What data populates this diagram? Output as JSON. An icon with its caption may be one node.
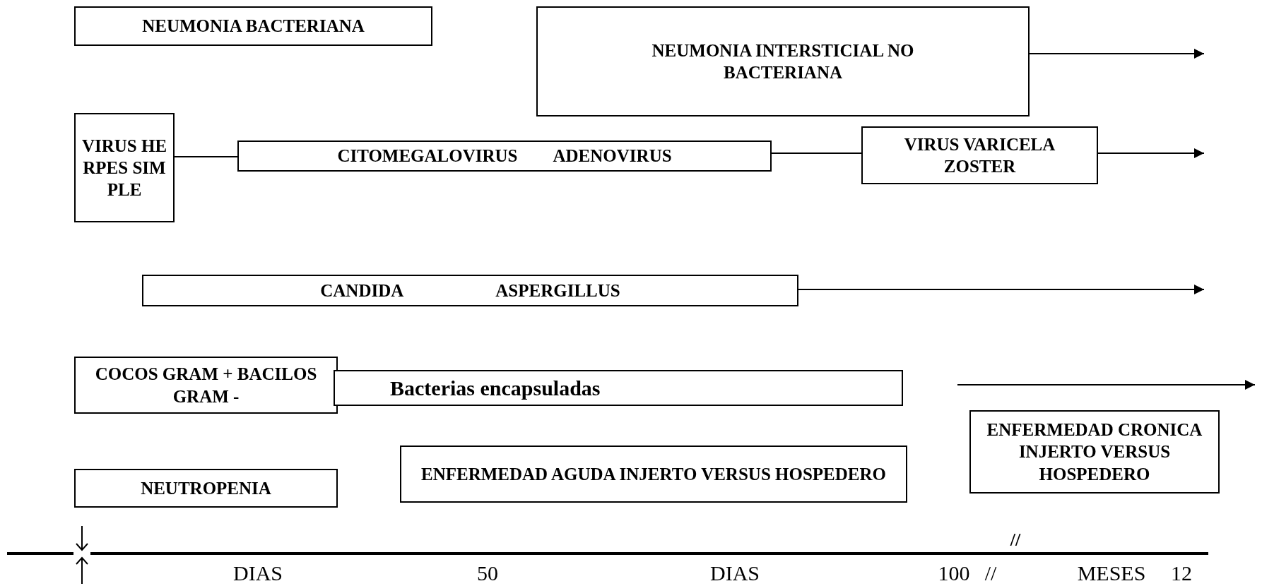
{
  "diagram": {
    "nodes": [
      {
        "text": [
          "NEUMONIA BACTERIANA"
        ]
      },
      {
        "text": [
          "NEUMONIA INTERSTICIAL NO BACTERIANA"
        ]
      },
      {
        "text": [
          "VIRUS HERPES SIMPLE"
        ]
      },
      {
        "text": [
          "CITOMEGALOVIRUS",
          "ADENOVIRUS"
        ]
      },
      {
        "text": [
          "VIRUS VARICELA ZOSTER"
        ]
      },
      {
        "text": [
          "CANDIDA",
          "ASPERGILLUS"
        ]
      },
      {
        "text": [
          "COCOS GRAM + BACILOS GRAM -"
        ]
      },
      {
        "text": [
          "Bacterias encapsuladas"
        ]
      },
      {
        "text": [
          "NEUTROPENIA"
        ]
      },
      {
        "text": [
          "ENFERMEDAD AGUDA INJERTO VERSUS HOSPEDERO"
        ]
      },
      {
        "text": [
          "ENFERMEDAD CRONICA INJERTO VERSUS HOSPEDERO"
        ]
      }
    ],
    "edges": [
      {
        "from": 1,
        "to": null,
        "arrow": "to"
      },
      {
        "from": 2,
        "to": 3,
        "arrow": "none"
      },
      {
        "from": 3,
        "to": 4,
        "arrow": "none"
      },
      {
        "from": 4,
        "to": null,
        "arrow": "to"
      },
      {
        "from": 5,
        "to": null,
        "arrow": "to"
      }
    ],
    "labels": [
      "//",
      "DIAS",
      "50",
      "DIAS",
      "100",
      "//",
      "MESES",
      "12"
    ]
  }
}
